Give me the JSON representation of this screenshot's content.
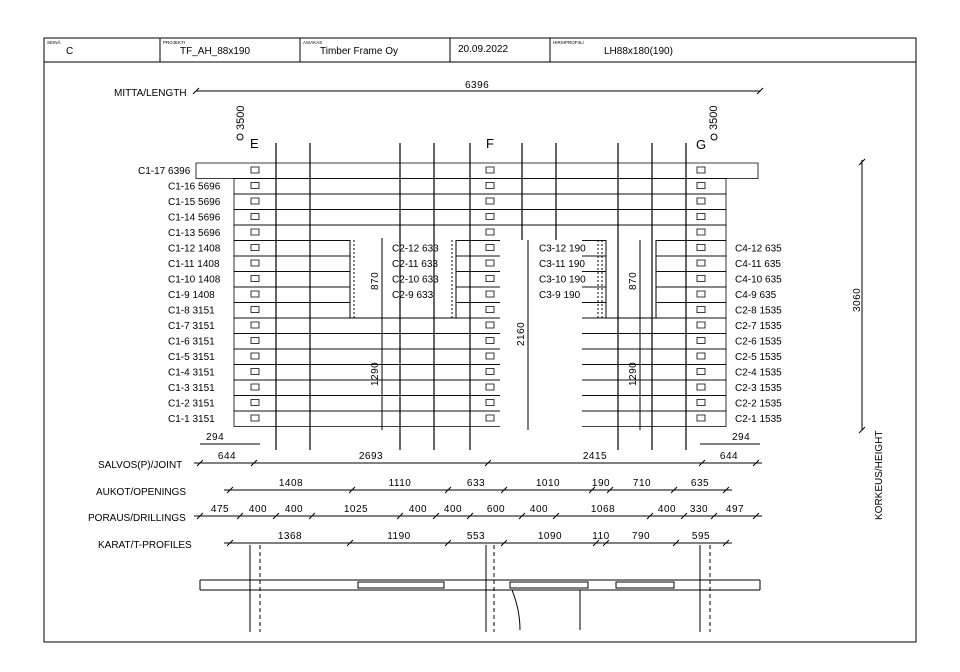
{
  "header": {
    "fields": [
      {
        "label": "SEINÄ",
        "value": "C"
      },
      {
        "label": "PROJEKTI",
        "value": "TF_AH_88x190"
      },
      {
        "label": "ASIAKAS",
        "value": "Timber Frame Oy"
      },
      {
        "label": "",
        "value": "20.09.2022"
      },
      {
        "label": "HIRSIPROFIILI",
        "value": "LH88x180(190)"
      }
    ]
  },
  "rows": {
    "mitta_label": "MITTA/LENGTH",
    "mitta_value": "6396",
    "salvos_label": "SALVOS(P)/JOINT",
    "salvos_values": [
      "644",
      "2693",
      "2415",
      "644"
    ],
    "aukot_label": "AUKOT/OPENINGS",
    "aukot_values": [
      "1408",
      "1110",
      "633",
      "1010",
      "190",
      "710",
      "635"
    ],
    "poraus_label": "PORAUS/DRILLINGS",
    "poraus_values": [
      "475",
      "400",
      "400",
      "1025",
      "400",
      "400",
      "600",
      "400",
      "1068",
      "400",
      "330",
      "497"
    ],
    "karat_label": "KARAT/T-PROFILES",
    "karat_values": [
      "1368",
      "1190",
      "553",
      "1090",
      "110",
      "790",
      "595"
    ]
  },
  "corners": {
    "left": {
      "level": "3500",
      "letter": "E"
    },
    "middle": {
      "letter": "F"
    },
    "right": {
      "level": "3500",
      "letter": "G"
    }
  },
  "logs_left": [
    "C1-17  6396",
    "C1-16  5696",
    "C1-15  5696",
    "C1-14  5696",
    "C1-13  5696",
    "C1-12  1408",
    "C1-11  1408",
    "C1-10  1408",
    "C1-9  1408",
    "C1-8  3151",
    "C1-7  3151",
    "C1-6  3151",
    "C1-5  3151",
    "C1-4  3151",
    "C1-3  3151",
    "C1-2  3151",
    "C1-1  3151"
  ],
  "logs_right": [
    "C4-12  635",
    "C4-11  635",
    "C4-10  635",
    "C4-9  635",
    "C2-8  1535",
    "C2-7  1535",
    "C2-6  1535",
    "C2-5  1535",
    "C2-4  1535",
    "C2-3  1535",
    "C2-2  1535",
    "C2-1  1535"
  ],
  "opening1_logs": [
    "C2-12  633",
    "C2-11  633",
    "C2-10  633",
    "C2-9  633"
  ],
  "opening2_logs": [
    "C3-12  190",
    "C3-11  190",
    "C3-10  190",
    "C3-9  190"
  ],
  "dims": {
    "left_end": "294",
    "right_end": "294",
    "opening1_height": "870",
    "opening1_sill": "1290",
    "door_height": "2160",
    "opening2_height": "870",
    "opening2_sill": "1290",
    "total_height": "3060",
    "height_label": "KORKEUS/HEIGHT"
  }
}
